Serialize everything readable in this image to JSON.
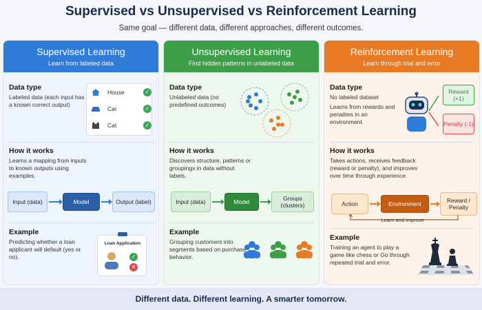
{
  "title": "Supervised vs Unsupervised vs Reinforcement Learning",
  "subtitle": "Same goal — different data, different approaches, different outcomes.",
  "footer": "Different data. Different learning. A smarter tomorrow.",
  "supervised": {
    "heading": "Supervised Learning",
    "tagline": "Learn from labeled data",
    "data_type_title": "Data type",
    "data_type_text": "Labeled data (each input has a known correct output)",
    "labels": [
      "House",
      "Car",
      "Cat"
    ],
    "how_title": "How it works",
    "how_text": "Learns a mapping from inputs to known outputs using examples.",
    "flow": [
      "Input (data)",
      "Model",
      "Output (label)"
    ],
    "example_title": "Example",
    "example_text": "Predicting whether a loan applicant will default (yes or no).",
    "card_title": "Loan Application",
    "color": "#2f7bd8"
  },
  "unsupervised": {
    "heading": "Unsupervised Learning",
    "tagline": "Find hidden patterns in unlabeled data",
    "data_type_title": "Data type",
    "data_type_text": "Unlabeled data (no predefined outcomes)",
    "how_title": "How it works",
    "how_text": "Discovers structure, patterns or groupings in data without labels.",
    "flow": [
      "Input (data)",
      "Model",
      "Groups (clusters)"
    ],
    "example_title": "Example",
    "example_text": "Grouping customers into segments based on purchase behavior.",
    "color": "#3c9e46"
  },
  "reinforcement": {
    "heading": "Reinforcement Learning",
    "tagline": "Learn through trial and error",
    "data_type_title": "Data type",
    "data_type_text": "No labeled dataset",
    "data_type_text2": "Learns from rewards and penalties in an environment.",
    "reward_label": "Reward (+1)",
    "penalty_label": "Penalty (-1)",
    "how_title": "How it works",
    "how_text": "Takes actions, receives feedback (reward or penalty), and improves over time through experience.",
    "flow": [
      "Action",
      "Environment",
      "Reward / Penalty"
    ],
    "loop_label": "Learn and improve",
    "example_title": "Example",
    "example_text": "Training an agent to play a game like chess or Go through repeated trial and error.",
    "color": "#e77a23"
  }
}
